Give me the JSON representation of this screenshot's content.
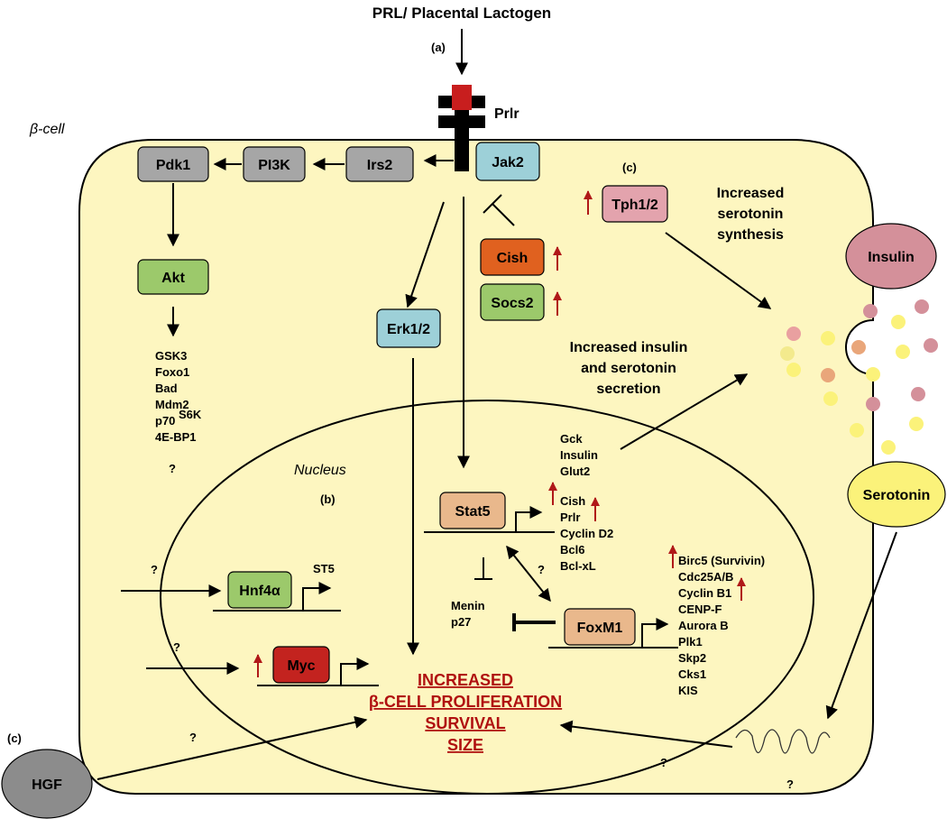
{
  "title": "PRL/ Placental Lactogen",
  "cell_label": "β-cell",
  "nucleus_label": "Nucleus",
  "receptor": "Prlr",
  "markers": {
    "a": "(a)",
    "b": "(b)",
    "c1": "(c)",
    "c2": "(c)",
    "q": "?"
  },
  "nodes": {
    "pdk1": "Pdk1",
    "pi3k": "PI3K",
    "irs2": "Irs2",
    "jak2": "Jak2",
    "akt": "Akt",
    "erk": "Erk1/2",
    "cish": "Cish",
    "socs2": "Socs2",
    "tph": "Tph1/2",
    "stat5": "Stat5",
    "foxm1": "FoxM1",
    "hnf4a": "Hnf4α",
    "myc": "Myc",
    "insulin": "Insulin",
    "serotonin": "Serotonin",
    "hgf": "HGF"
  },
  "akt_targets": [
    "GSK3",
    "Foxo1",
    "Bad",
    "Mdm2",
    "p70",
    "4E-BP1"
  ],
  "akt_p70_superscript": "S6K",
  "stat5_upper_targets": [
    "Gck",
    "Insulin",
    "Glut2"
  ],
  "stat5_targets": [
    "Cish",
    "Prlr",
    "Cyclin D2",
    "Bcl6",
    "Bcl-xL"
  ],
  "foxm1_targets": [
    "Birc5 (Survivin)",
    "Cdc25A/B",
    "Cyclin B1",
    "CENP-F",
    "Aurora B",
    "Plk1",
    "Skp2",
    "Cks1",
    "KIS"
  ],
  "hnf4a_target": "ST5",
  "menin_p27": [
    "Menin",
    "p27"
  ],
  "serotonin_synthesis": [
    "Increased",
    "serotonin",
    "synthesis"
  ],
  "secretion": [
    "Increased insulin",
    "and serotonin",
    "secretion"
  ],
  "outcome": [
    "INCREASED",
    "β-CELL PROLIFERATION",
    "SURVIVAL",
    "SIZE"
  ],
  "colors": {
    "cell": "#fdf6c0",
    "gray": "#a6a6a6",
    "green": "#9cc96b",
    "blue": "#9dd0d8",
    "orange": "#e0611f",
    "pink": "#e3a3ad",
    "peach": "#e9b88c",
    "red": "#c3231f",
    "insulin": "#d4909a",
    "serotonin": "#fbf27a",
    "hgf": "#8c8c8c",
    "up_arrow": "#b01818",
    "outcome": "#b01010",
    "receptor_red": "#c81e1e"
  }
}
